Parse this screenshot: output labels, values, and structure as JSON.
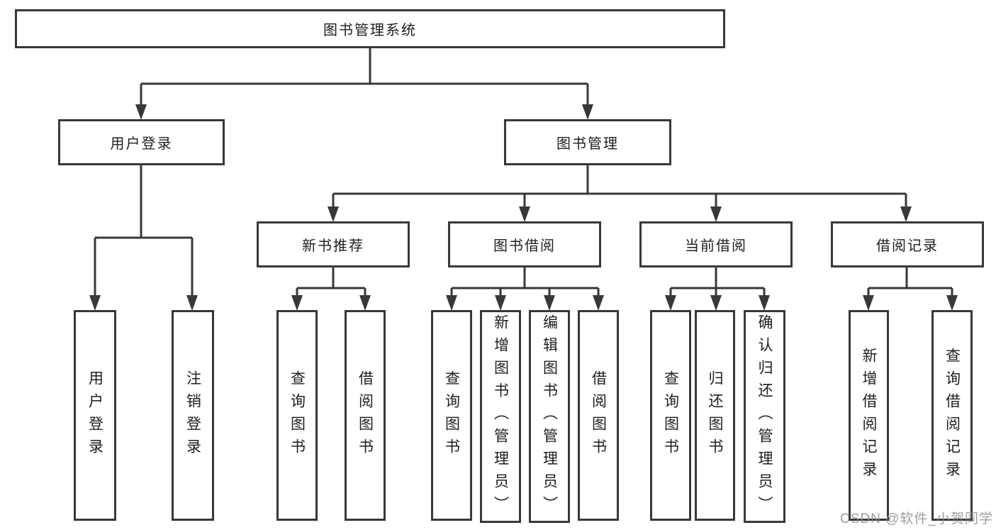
{
  "diagram": {
    "title": "图书管理系统",
    "root": {
      "label": "图书管理系统"
    },
    "branches": [
      {
        "label": "用户登录",
        "children": [
          {
            "label": "用户登录"
          },
          {
            "label": "注销登录"
          }
        ]
      },
      {
        "label": "图书管理",
        "children": [
          {
            "label": "新书推荐",
            "children": [
              {
                "label": "查询图书"
              },
              {
                "label": "借阅图书"
              }
            ]
          },
          {
            "label": "图书借阅",
            "children": [
              {
                "label": "查询图书"
              },
              {
                "label": "新增图书（管理员）"
              },
              {
                "label": "编辑图书（管理员）"
              },
              {
                "label": "借阅图书"
              }
            ]
          },
          {
            "label": "当前借阅",
            "children": [
              {
                "label": "查询图书"
              },
              {
                "label": "归还图书"
              },
              {
                "label": "确认归还（管理员）"
              }
            ]
          },
          {
            "label": "借阅记录",
            "children": [
              {
                "label": "新增借阅记录"
              },
              {
                "label": "查询借阅记录"
              }
            ]
          }
        ]
      }
    ]
  },
  "watermark": {
    "text": "CSDN @软件_小贺同学"
  },
  "colors": {
    "line": "#383838",
    "box_border": "#383838",
    "text": "#1e1e1e",
    "background": "#ffffff",
    "watermark": "#8c8c8c"
  }
}
